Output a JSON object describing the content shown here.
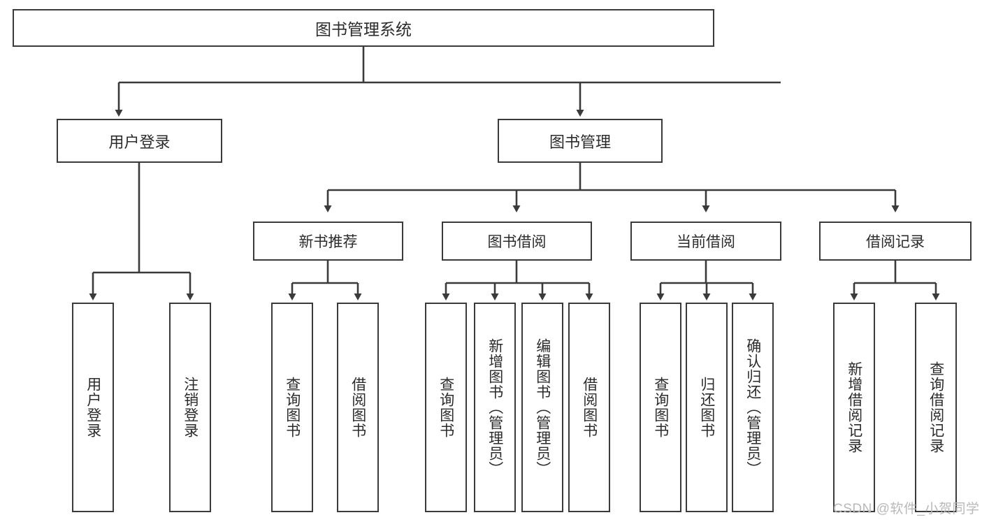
{
  "diagram": {
    "title": "图书管理系统",
    "type": "tree-hierarchy-diagram",
    "colors": {
      "border": "#3a3a3a",
      "text": "#2b2b2b",
      "background": "#ffffff",
      "watermark": "#b9b9b9"
    },
    "root": {
      "label": "图书管理系统"
    },
    "level1": [
      {
        "id": "user-login",
        "label": "用户登录"
      },
      {
        "id": "book-management",
        "label": "图书管理"
      }
    ],
    "level2": [
      {
        "id": "new-book-recommend",
        "label": "新书推荐"
      },
      {
        "id": "book-borrow",
        "label": "图书借阅"
      },
      {
        "id": "current-borrow",
        "label": "当前借阅"
      },
      {
        "id": "borrow-record",
        "label": "借阅记录"
      }
    ],
    "leaves": {
      "user_login": [
        {
          "id": "leaf-user-login",
          "label": "用户登录"
        },
        {
          "id": "leaf-logout-login",
          "label": "注销登录"
        }
      ],
      "new_book_recommend": [
        {
          "id": "leaf-query-book-1",
          "label": "查询图书"
        },
        {
          "id": "leaf-borrow-book-1",
          "label": "借阅图书"
        }
      ],
      "book_borrow": [
        {
          "id": "leaf-query-book-2",
          "label": "查询图书"
        },
        {
          "id": "leaf-add-book",
          "label": "新增图书（管理员）"
        },
        {
          "id": "leaf-edit-book",
          "label": "编辑图书（管理员）"
        },
        {
          "id": "leaf-borrow-book-2",
          "label": "借阅图书"
        }
      ],
      "current_borrow": [
        {
          "id": "leaf-query-book-3",
          "label": "查询图书"
        },
        {
          "id": "leaf-return-book",
          "label": "归还图书"
        },
        {
          "id": "leaf-confirm-return",
          "label": "确认归还（管理员）"
        }
      ],
      "borrow_record": [
        {
          "id": "leaf-add-borrow-record",
          "label": "新增借阅记录"
        },
        {
          "id": "leaf-query-borrow-record",
          "label": "查询借阅记录"
        }
      ]
    },
    "watermark": "CSDN @软件_小贺同学"
  }
}
